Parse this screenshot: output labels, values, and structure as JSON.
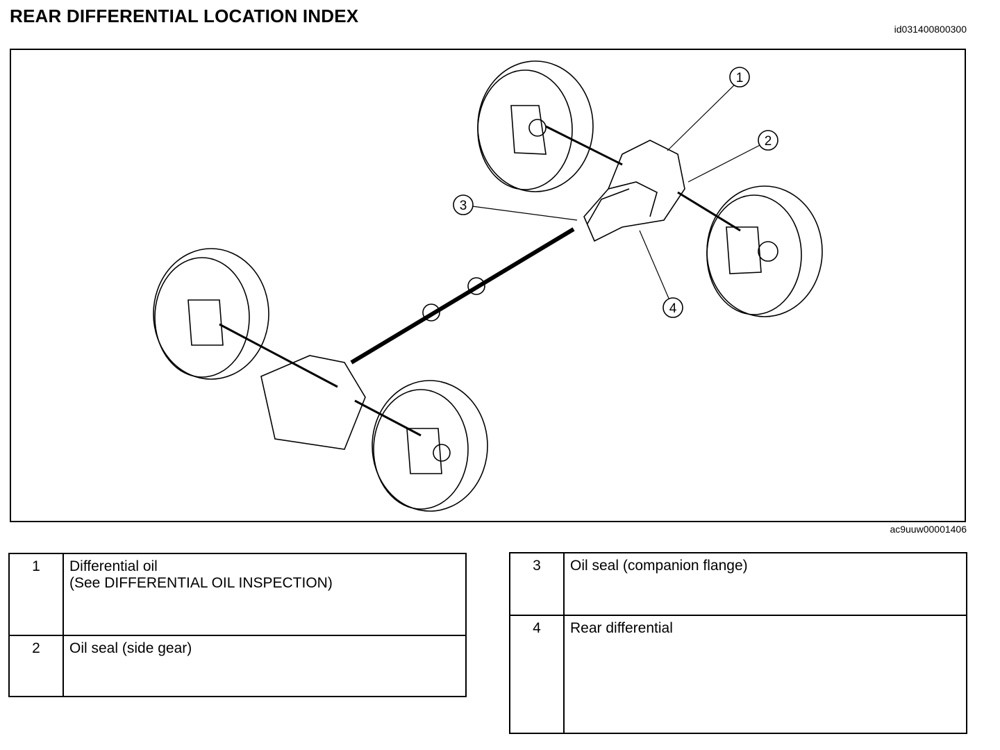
{
  "header": {
    "title": "REAR DIFFERENTIAL LOCATION INDEX",
    "doc_id": "id031400800300"
  },
  "figure": {
    "figure_id": "ac9uuw00001406",
    "callouts": [
      "1",
      "2",
      "3",
      "4"
    ]
  },
  "legend": {
    "left": [
      {
        "num": "1",
        "line1": "Differential oil",
        "line2": "(See DIFFERENTIAL OIL INSPECTION)"
      },
      {
        "num": "2",
        "line1": "Oil seal (side gear)",
        "line2": ""
      }
    ],
    "right": [
      {
        "num": "3",
        "line1": "Oil seal (companion flange)",
        "line2": ""
      },
      {
        "num": "4",
        "line1": "Rear differential",
        "line2": ""
      }
    ]
  }
}
